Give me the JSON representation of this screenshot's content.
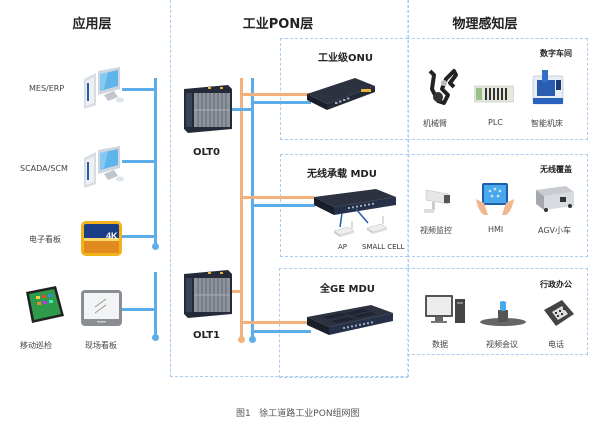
{
  "layers": {
    "application": "应用层",
    "pon": "工业PON层",
    "physical": "物理感知层"
  },
  "application_layer": {
    "items": [
      {
        "label": "MES/ERP",
        "icon": "desktop-computer-icon"
      },
      {
        "label": "SCADA/SCM",
        "icon": "desktop-computer-icon"
      },
      {
        "label": "电子看板",
        "icon": "4k-display-icon"
      },
      {
        "label": "移动巡检",
        "icon": "tablet-icon"
      },
      {
        "label": "现场看板",
        "icon": "monitor-icon"
      }
    ]
  },
  "pon_layer": {
    "olts": [
      {
        "label": "OLT0",
        "icon": "olt-chassis-icon"
      },
      {
        "label": "OLT1",
        "icon": "olt-chassis-icon"
      }
    ],
    "onus": [
      {
        "title": "工业级ONU",
        "icon": "onu-switch-icon"
      },
      {
        "title": "无线承载 MDU",
        "icon": "mdu-rack-icon",
        "sub_devices": [
          {
            "label": "AP",
            "icon": "wireless-ap-icon"
          },
          {
            "label": "SMALL CELL",
            "icon": "small-cell-icon"
          }
        ]
      },
      {
        "title": "全GE MDU",
        "icon": "mdu-rack-icon"
      }
    ]
  },
  "physical_layer": {
    "zones": [
      {
        "title": "数字车间",
        "items": [
          {
            "label": "机械臂",
            "icon": "robot-arm-icon"
          },
          {
            "label": "PLC",
            "icon": "plc-icon"
          },
          {
            "label": "智能机床",
            "icon": "cnc-machine-icon"
          }
        ]
      },
      {
        "title": "无线覆盖",
        "items": [
          {
            "label": "视频监控",
            "icon": "cctv-camera-icon"
          },
          {
            "label": "HMI",
            "icon": "hmi-tablet-icon"
          },
          {
            "label": "AGV小车",
            "icon": "agv-cart-icon"
          }
        ]
      },
      {
        "title": "行政办公",
        "items": [
          {
            "label": "数据",
            "icon": "pc-workstation-icon"
          },
          {
            "label": "视频会议",
            "icon": "conference-phone-icon"
          },
          {
            "label": "电话",
            "icon": "desk-phone-icon"
          }
        ]
      }
    ]
  },
  "colors": {
    "link_primary": "#5dade8",
    "link_backup": "#f4b07a",
    "dashed_border": "#a9cdee"
  },
  "caption": "图1   徐工道路工业PON组网图"
}
